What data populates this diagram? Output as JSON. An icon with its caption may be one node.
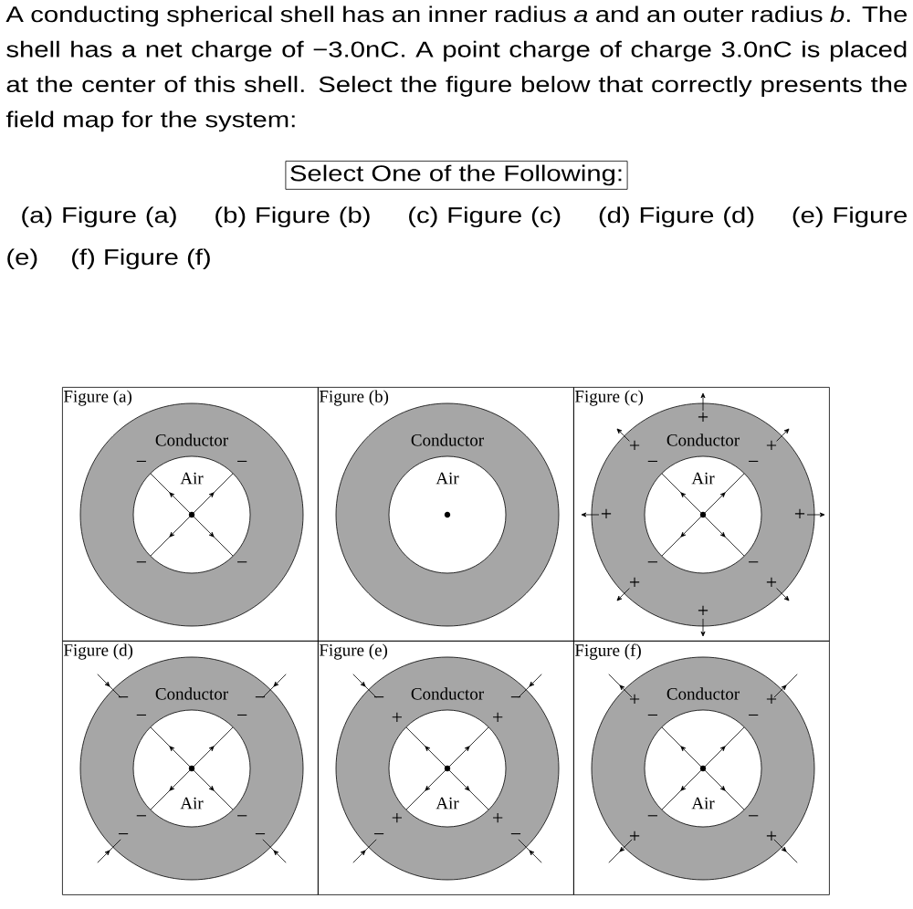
{
  "diagram": {
    "nodes": [
      {
        "text": [
          "Select One of the Following:"
        ]
      },
      {
        "text": [
          "Figure (a)"
        ]
      },
      {
        "text": [
          "Conductor"
        ],
        "in": 1
      },
      {
        "text": [
          "Air"
        ],
        "in": 2,
        "beside": [
          "−",
          "−",
          "−",
          "−"
        ]
      },
      {
        "text": [
          "Figure (b)"
        ]
      },
      {
        "text": [
          "Conductor"
        ],
        "in": 4
      },
      {
        "text": [
          "Air"
        ],
        "in": 5
      },
      {
        "text": [
          "Figure (c)"
        ]
      },
      {
        "text": [
          "Conductor"
        ],
        "in": 7,
        "beside": [
          "+",
          "+",
          "+",
          "+",
          "+",
          "+",
          "+",
          "+"
        ]
      },
      {
        "text": [
          "Air"
        ],
        "in": 8,
        "beside": [
          "−",
          "−",
          "−",
          "−"
        ]
      },
      {
        "text": [
          "Figure (d)"
        ]
      },
      {
        "text": [
          "Conductor"
        ],
        "in": 10,
        "beside": [
          "−",
          "−",
          "−",
          "−"
        ]
      },
      {
        "text": [
          "Air"
        ],
        "in": 11,
        "beside": [
          "−",
          "−",
          "−",
          "−"
        ]
      },
      {
        "text": [
          "Figure (e)"
        ]
      },
      {
        "text": [
          "Conductor"
        ],
        "in": 13,
        "beside": [
          "−",
          "−",
          "−",
          "−"
        ]
      },
      {
        "text": [
          "Air"
        ],
        "in": 14,
        "beside": [
          "+",
          "+",
          "+",
          "+"
        ]
      },
      {
        "text": [
          "Figure (f)"
        ]
      },
      {
        "text": [
          "Conductor"
        ],
        "in": 16,
        "beside": [
          "+",
          "+",
          "+",
          "+"
        ]
      },
      {
        "text": [
          "Air"
        ],
        "in": 17,
        "beside": [
          "−",
          "−",
          "−",
          "−"
        ]
      }
    ],
    "labels": [
      "A conducting spherical shell has an inner radius *a* and an outer radius *b*. The shell has a net charge of −3.0nC. A point charge of charge 3.0nC is placed at the center of this shell. Select the figure below that correctly presents the field map for the system:",
      "(a) Figure (a)",
      "(b) Figure (b)",
      "(c) Figure (c)",
      "(d) Figure (d)",
      "(e) Figure (e)",
      "(f) Figure (f)"
    ]
  }
}
